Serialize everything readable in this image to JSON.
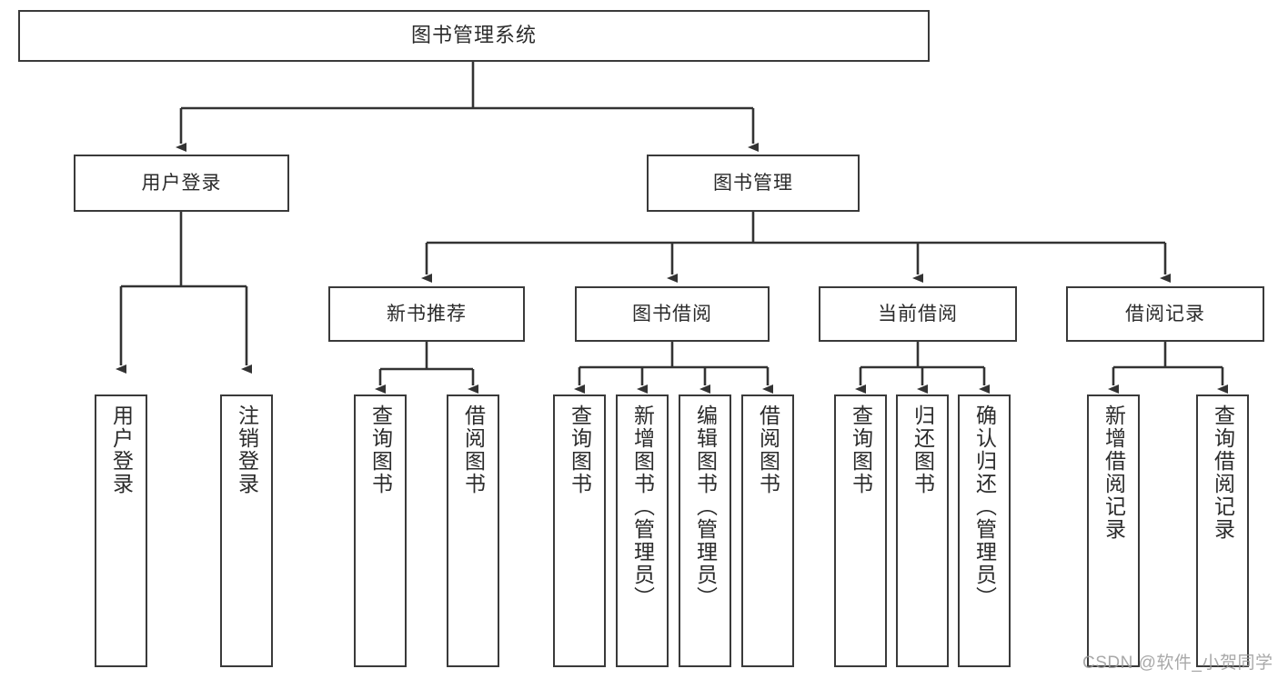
{
  "diagram": {
    "title": "图书管理系统",
    "type": "tree-hierarchy-chart",
    "root": {
      "label": "图书管理系统"
    },
    "level1": [
      {
        "label": "用户登录"
      },
      {
        "label": "图书管理"
      }
    ],
    "level2": [
      {
        "label": "新书推荐"
      },
      {
        "label": "图书借阅"
      },
      {
        "label": "当前借阅"
      },
      {
        "label": "借阅记录"
      }
    ],
    "leaves": [
      {
        "label": "用户登录"
      },
      {
        "label": "注销登录"
      },
      {
        "label": "查询图书"
      },
      {
        "label": "借阅图书"
      },
      {
        "label": "查询图书"
      },
      {
        "label": "新增图书（管理员）"
      },
      {
        "label": "编辑图书（管理员）"
      },
      {
        "label": "借阅图书"
      },
      {
        "label": "查询图书"
      },
      {
        "label": "归还图书"
      },
      {
        "label": "确认归还（管理员）"
      },
      {
        "label": "新增借阅记录"
      },
      {
        "label": "查询借阅记录"
      }
    ]
  },
  "watermark": {
    "text": "CSDN @软件_小贺同学"
  },
  "colors": {
    "stroke": "#3a3a3a",
    "background": "#ffffff",
    "text": "#2b2b2b",
    "watermark": "#9a9a9a"
  }
}
